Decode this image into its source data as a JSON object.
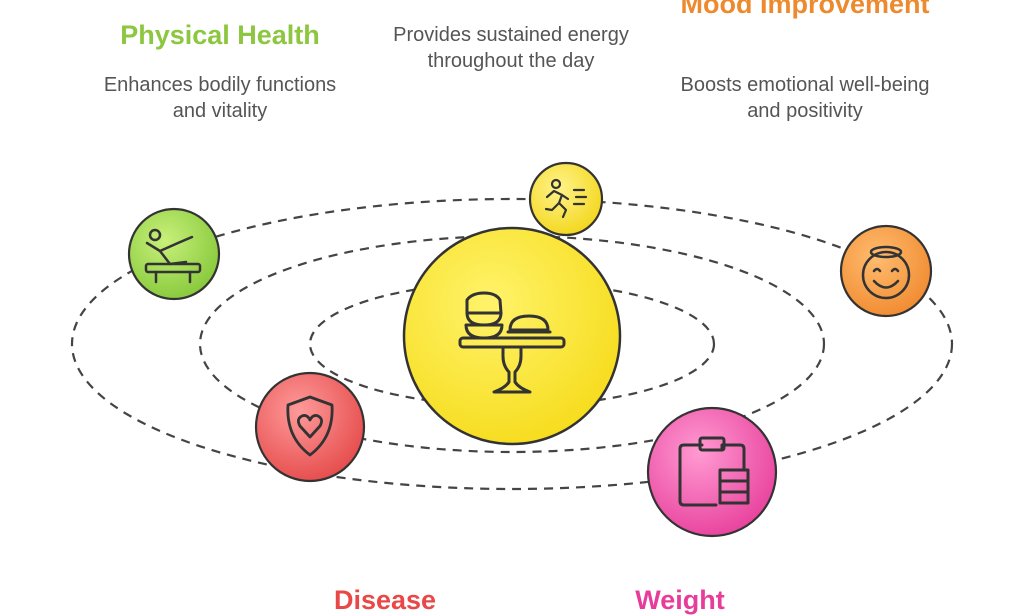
{
  "colors": {
    "physical": "#8dc63f",
    "energy": "#f5d81c",
    "mood": "#ee8a2e",
    "center": "#f9e11f",
    "disease": "#e84848",
    "weight": "#e83c9a",
    "orbit": "#444444"
  },
  "items": {
    "physical_health": {
      "title": "Physical Health",
      "description": "Enhances bodily functions and vitality",
      "icon": "gymnast-icon"
    },
    "energy": {
      "description": "Provides sustained energy throughout the day",
      "icon": "running-person-icon"
    },
    "mood": {
      "title": "Mood Improvement",
      "description": "Boosts emotional well-being and positivity",
      "icon": "smiley-face-icon"
    },
    "disease": {
      "title": "Disease",
      "icon": "heart-shield-icon"
    },
    "weight": {
      "title": "Weight",
      "icon": "clipboard-icon"
    },
    "center": {
      "icon": "food-on-stand-icon"
    }
  }
}
